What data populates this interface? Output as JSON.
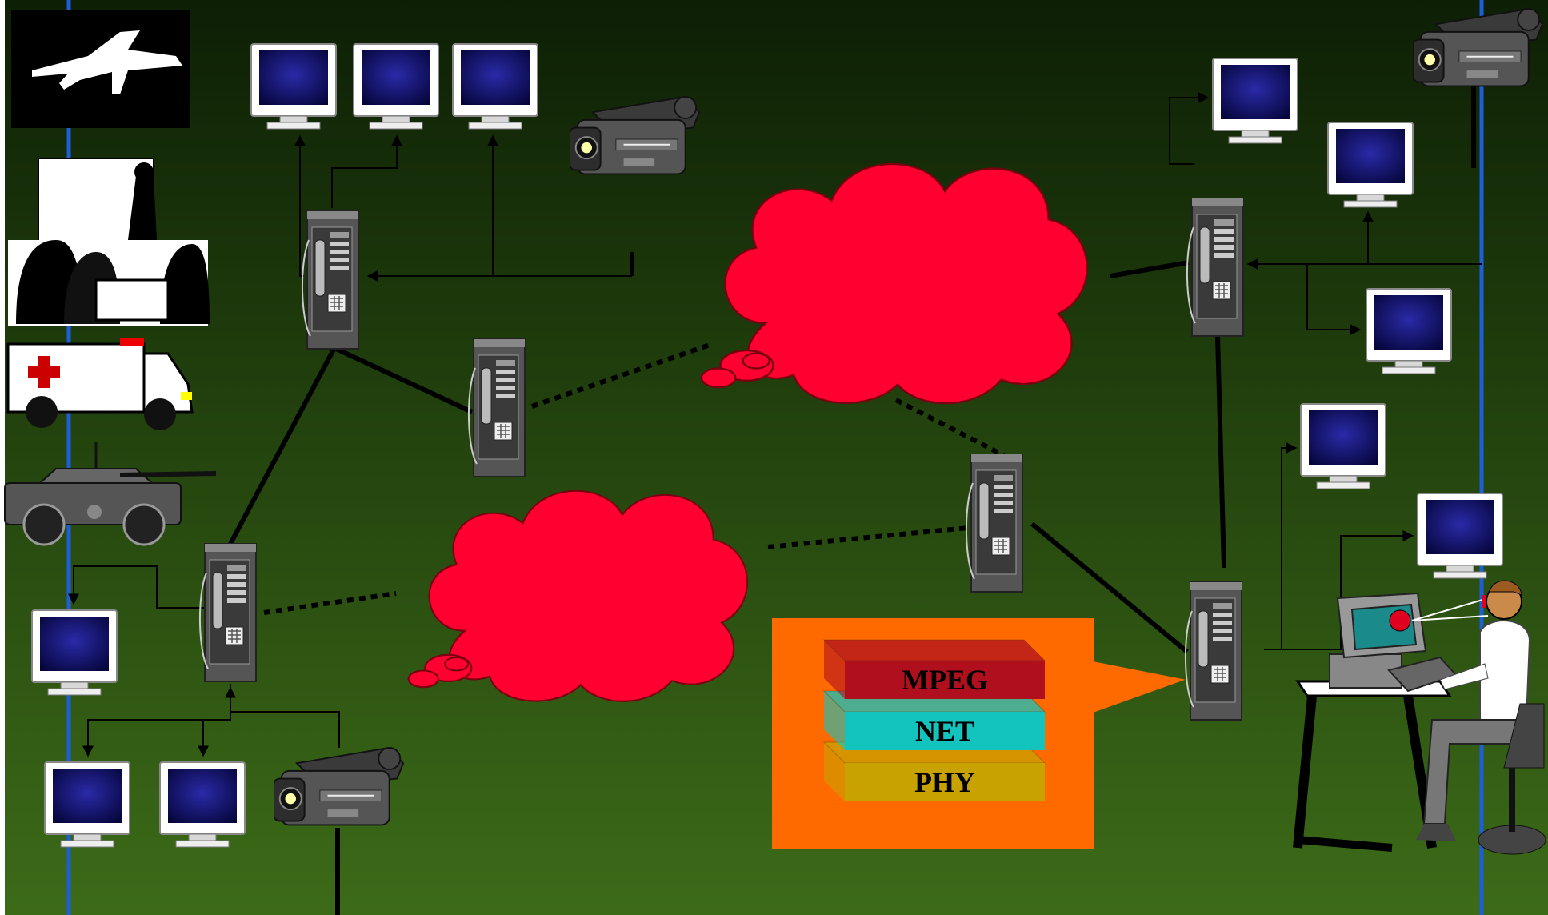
{
  "diagram": {
    "protocol_stack": {
      "layers": [
        {
          "label": "MPEG",
          "color": "#b0101e"
        },
        {
          "label": "NET",
          "color": "#13c4be"
        },
        {
          "label": "PHY",
          "color": "#c8a200"
        }
      ],
      "callout_color": "#ff6a00"
    },
    "colors": {
      "background_top": "#0d1f05",
      "background_bottom": "#3c6b18",
      "cloud": "#ff0030",
      "bus_line": "#1c5fd8",
      "link": "#000000"
    }
  }
}
